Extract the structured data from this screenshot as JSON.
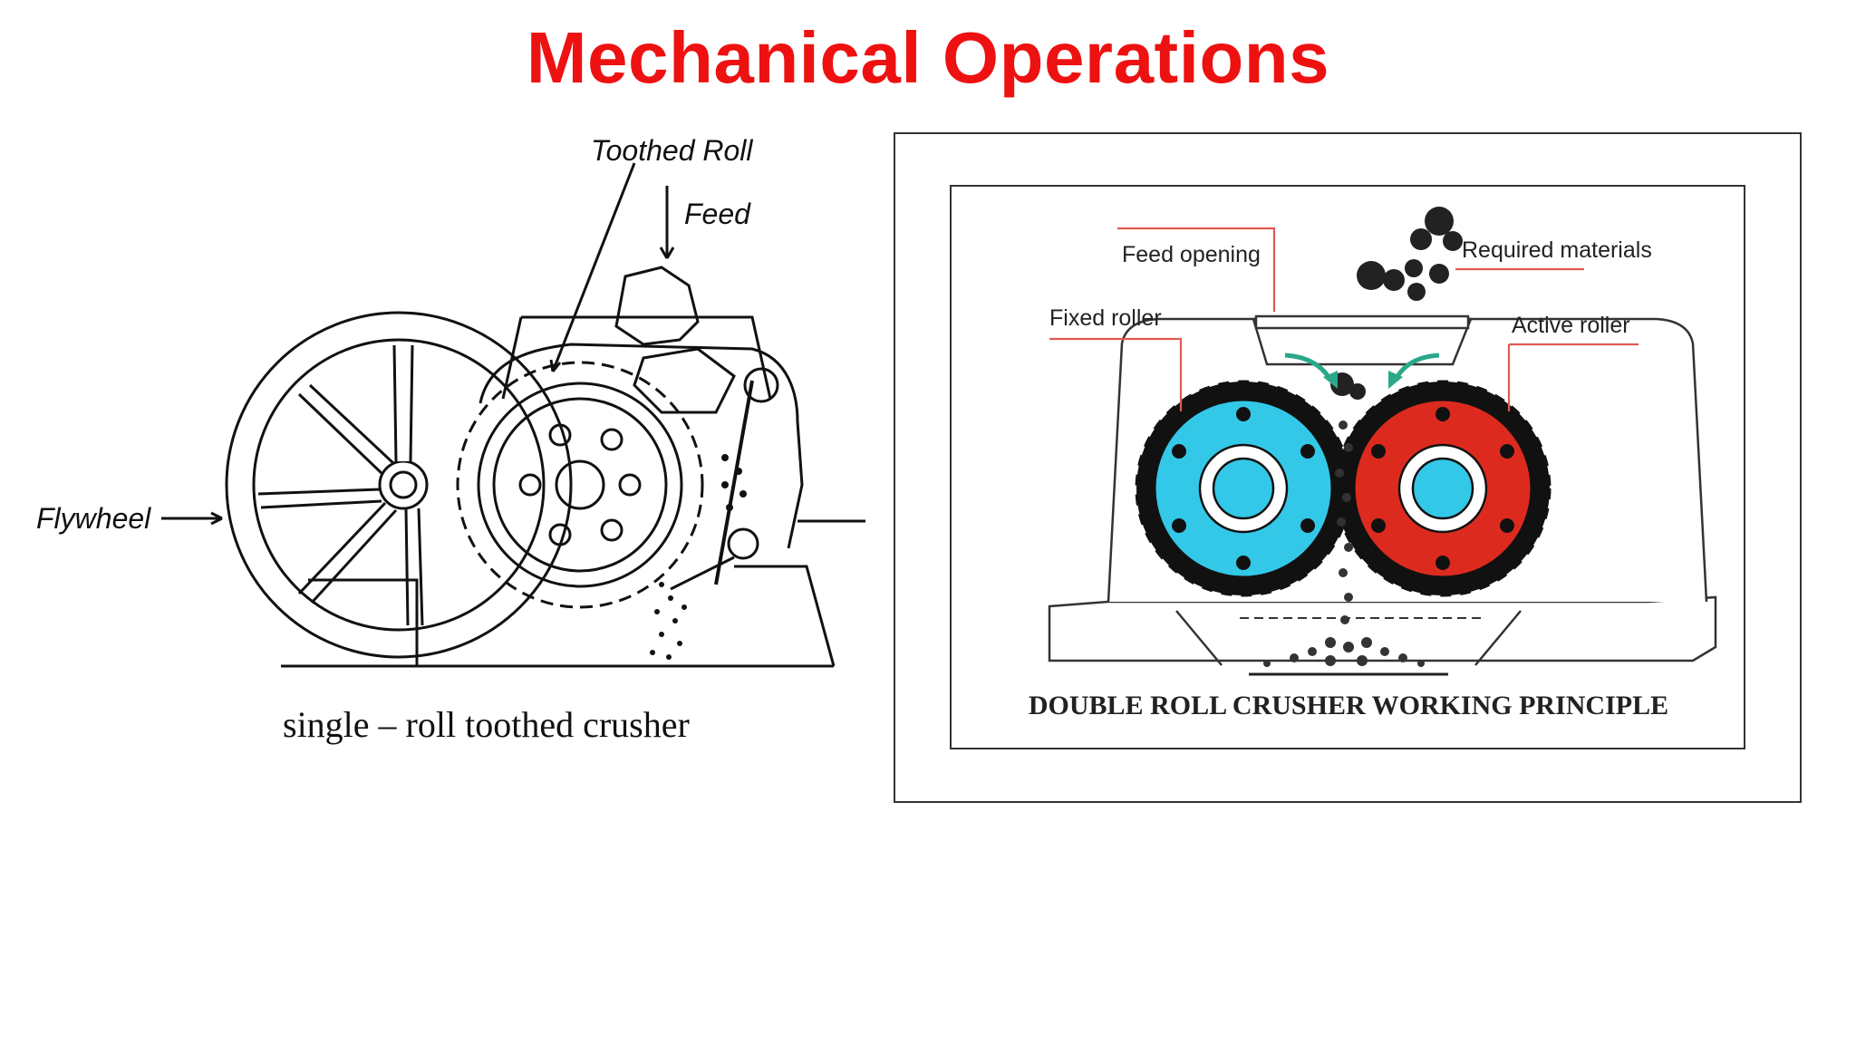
{
  "title": "Mechanical Operations",
  "left_figure": {
    "labels": {
      "toothed_roll": "Toothed Roll",
      "feed": "Feed",
      "flywheel": "Flywheel"
    },
    "caption": "single – roll toothed crusher"
  },
  "right_figure": {
    "labels": {
      "feed_opening": "Feed opening",
      "required_materials": "Required materials",
      "fixed_roller": "Fixed roller",
      "active_roller": "Active roller"
    },
    "heading": "DOUBLE ROLL CRUSHER WORKING PRINCIPLE"
  },
  "colors": {
    "title": "#ee1111",
    "fixed_roller": "#33c8e8",
    "active_roller": "#dd2a1f",
    "leader_lines": "#e05a50",
    "arrows": "#2aa88a"
  }
}
